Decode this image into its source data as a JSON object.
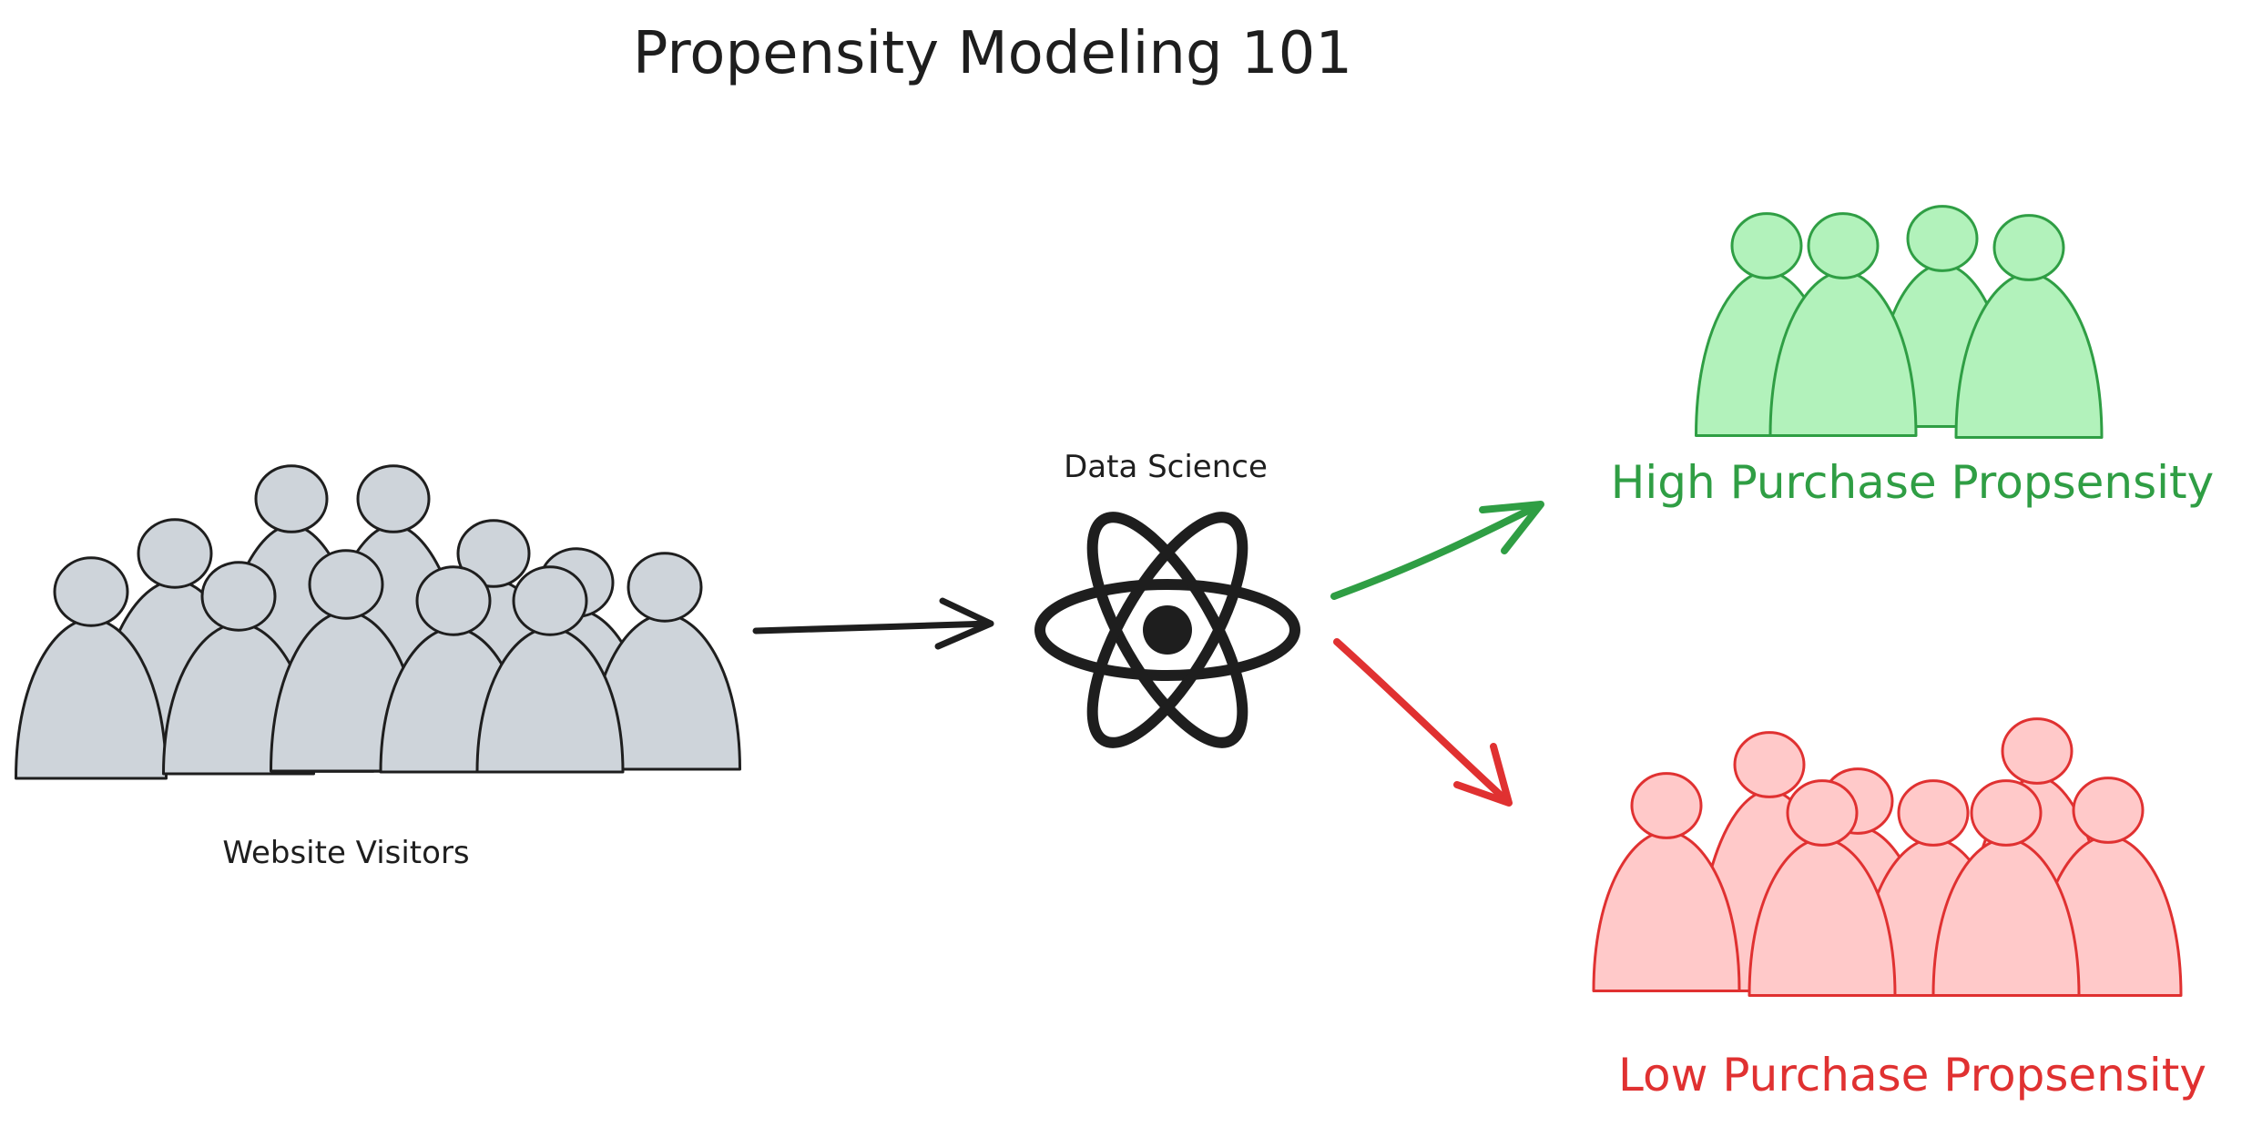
{
  "title": "Propensity Modeling 101",
  "labels": {
    "visitors": "Website Visitors",
    "data_science": "Data Science",
    "high": "High Purchase Propsensity",
    "low": "Low Purchase Propsensity"
  },
  "colors": {
    "ink": "#1e1e1e",
    "gray_fill": "#ced4da",
    "green_stroke": "#2f9e44",
    "green_fill": "#b2f2bb",
    "red_stroke": "#e03131",
    "red_fill": "#ffc9c9",
    "background": "#ffffff"
  },
  "icons": {
    "visitors": "users-group-icon",
    "model": "atom-icon",
    "high_group": "users-group-icon",
    "low_group": "users-group-icon"
  },
  "groups": {
    "visitors_count": 11,
    "high_count": 4,
    "low_count": 8
  }
}
